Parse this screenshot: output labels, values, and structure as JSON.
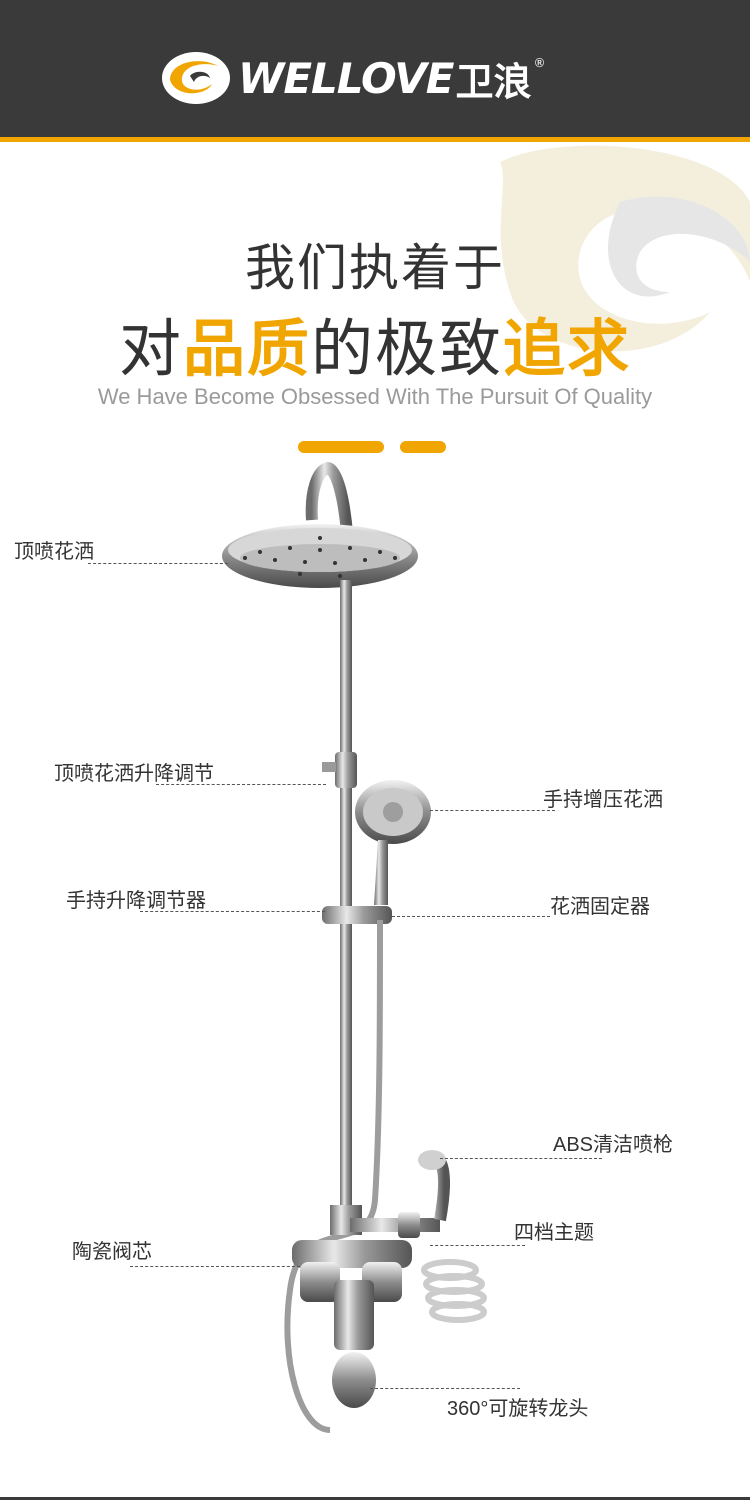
{
  "brand": {
    "name": "WELLOVE",
    "name_cn": "卫浪",
    "registered_mark": "®",
    "colors": {
      "dark": "#3a3a3a",
      "accent": "#f0a500"
    }
  },
  "headline": {
    "line1": "我们执着于",
    "line2_prefix": "对",
    "line2_highlight1": "品质",
    "line2_middle": "的极致",
    "line2_highlight2": "追求",
    "subtitle": "We Have Become Obsessed With The Pursuit Of Quality"
  },
  "labels": {
    "top_shower": "顶喷花洒",
    "top_shower_adjust": "顶喷花洒升降调节",
    "handheld_booster": "手持增压花洒",
    "handheld_adjuster": "手持升降调节器",
    "shower_holder": "花洒固定器",
    "abs_spray_gun": "ABS清洁喷枪",
    "four_mode": "四档主题",
    "ceramic_valve": "陶瓷阀芯",
    "swivel_spout": "360°可旋转龙头"
  },
  "icons": {
    "logo": "wellove-swirl-logo",
    "product": "shower-set-image"
  }
}
